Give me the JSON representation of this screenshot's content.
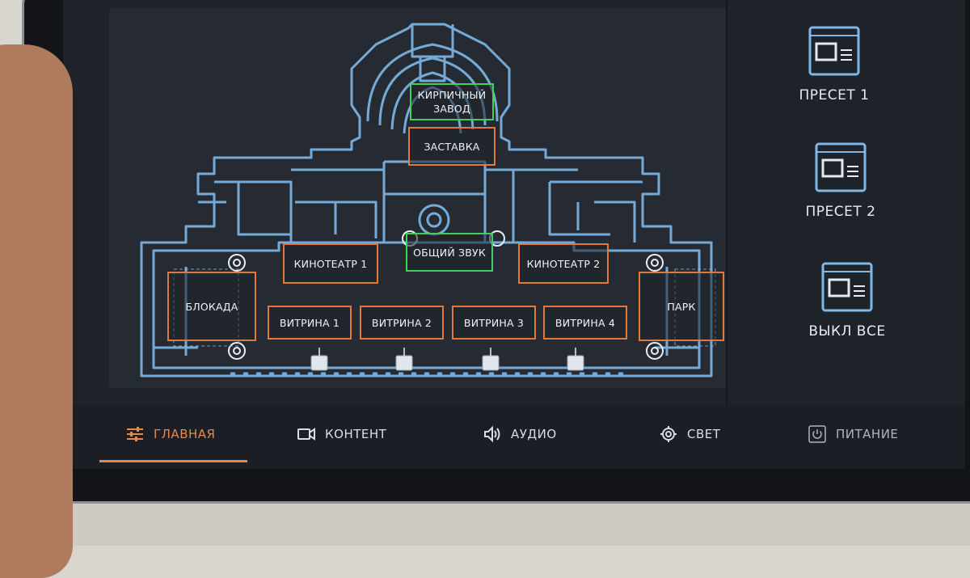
{
  "zones": {
    "brick_factory": "КИРПИЧНЫЙ\nЗАВОД",
    "screensaver": "ЗАСТАВКА",
    "general_sound": "ОБЩИЙ ЗВУК",
    "cinema_1": "КИНОТЕАТР 1",
    "cinema_2": "КИНОТЕАТР 2",
    "blockade": "БЛОКАДА",
    "park": "ПАРК",
    "showcase_1": "ВИТРИНА 1",
    "showcase_2": "ВИТРИНА 2",
    "showcase_3": "ВИТРИНА 3",
    "showcase_4": "ВИТРИНА 4"
  },
  "presets": {
    "preset_1": "ПРЕСЕТ 1",
    "preset_2": "ПРЕСЕТ 2",
    "all_off": "ВЫКЛ ВСЕ"
  },
  "nav": {
    "main": "ГЛАВНАЯ",
    "content": "КОНТЕНТ",
    "audio": "АУДИО",
    "light": "СВЕТ",
    "power": "ПИТАНИЕ"
  },
  "colors": {
    "active_zone": "#3fd15a",
    "zone_border": "#e07a3c",
    "plan_lines": "#7fb8e8",
    "nav_active": "#e58a4a"
  }
}
